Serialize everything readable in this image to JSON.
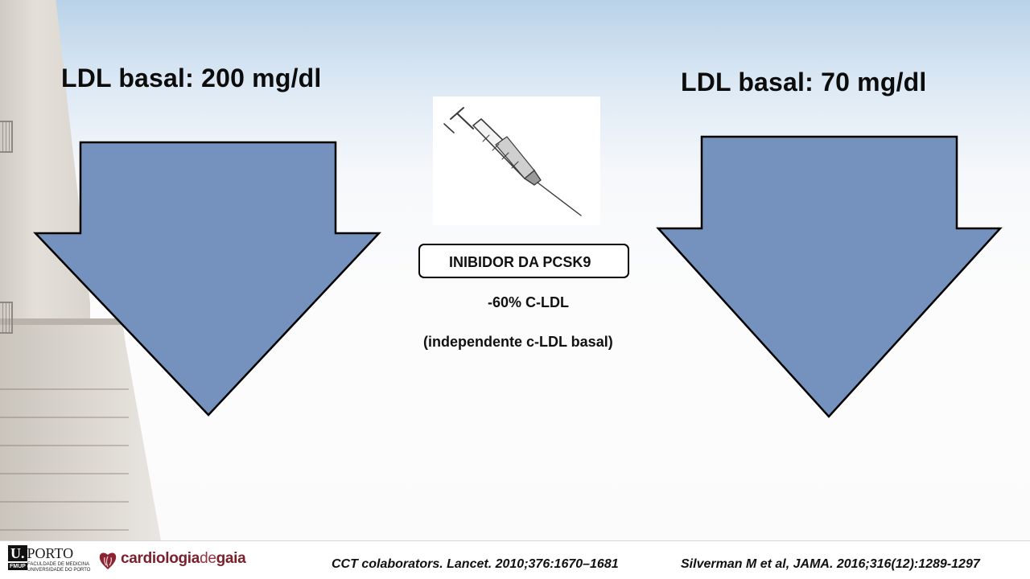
{
  "slide": {
    "heading_left": "LDL basal: 200 mg/dl",
    "heading_right": "LDL basal: 70 mg/dl",
    "drug_label": "INIBIDOR DA PCSK9",
    "effect_text": "-60% C-LDL",
    "effect_note": "(independente c-LDL basal)",
    "arrow_color": "#7592bf"
  },
  "footer": {
    "logo_uporto": {
      "mark": "PORTO",
      "mark_letter": "U.",
      "tag": "FMUP",
      "line1": "FACULDADE DE MEDICINA",
      "line2": "UNIVERSIDADE DO PORTO"
    },
    "logo_cardio": {
      "part1": "cardiologia",
      "part2": "de",
      "part3": "gaia"
    },
    "references": [
      "CCT colaborators. Lancet. 2010;376:1670–1681",
      "Silverman M et al, JAMA. 2016;316(12):1289-1297"
    ]
  },
  "icons": {
    "syringe": "syringe-icon",
    "heart": "heart-icon"
  }
}
